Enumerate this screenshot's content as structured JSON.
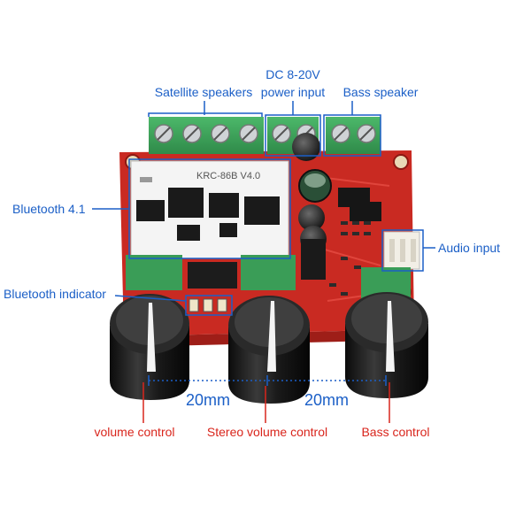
{
  "labels": {
    "satellite_speakers": "Satellite speakers",
    "power_input_line1": "DC 8-20V",
    "power_input_line2": "power input",
    "bass_speaker": "Bass speaker",
    "bluetooth": "Bluetooth 4.1",
    "audio_input": "Audio input",
    "bluetooth_indicator": "Bluetooth indicator",
    "volume_control": "volume control",
    "stereo_volume_control": "Stereo volume control",
    "bass_control": "Bass control"
  },
  "dimensions": {
    "left_spacing": "20mm",
    "right_spacing": "20mm"
  },
  "board": {
    "module_marking": "KRC-86B  V4.0"
  },
  "colors": {
    "annotation_blue": "#1b5fc7",
    "annotation_red": "#d9251c",
    "pcb_red": "#d8322a",
    "terminal_green": "#3fa65a"
  }
}
